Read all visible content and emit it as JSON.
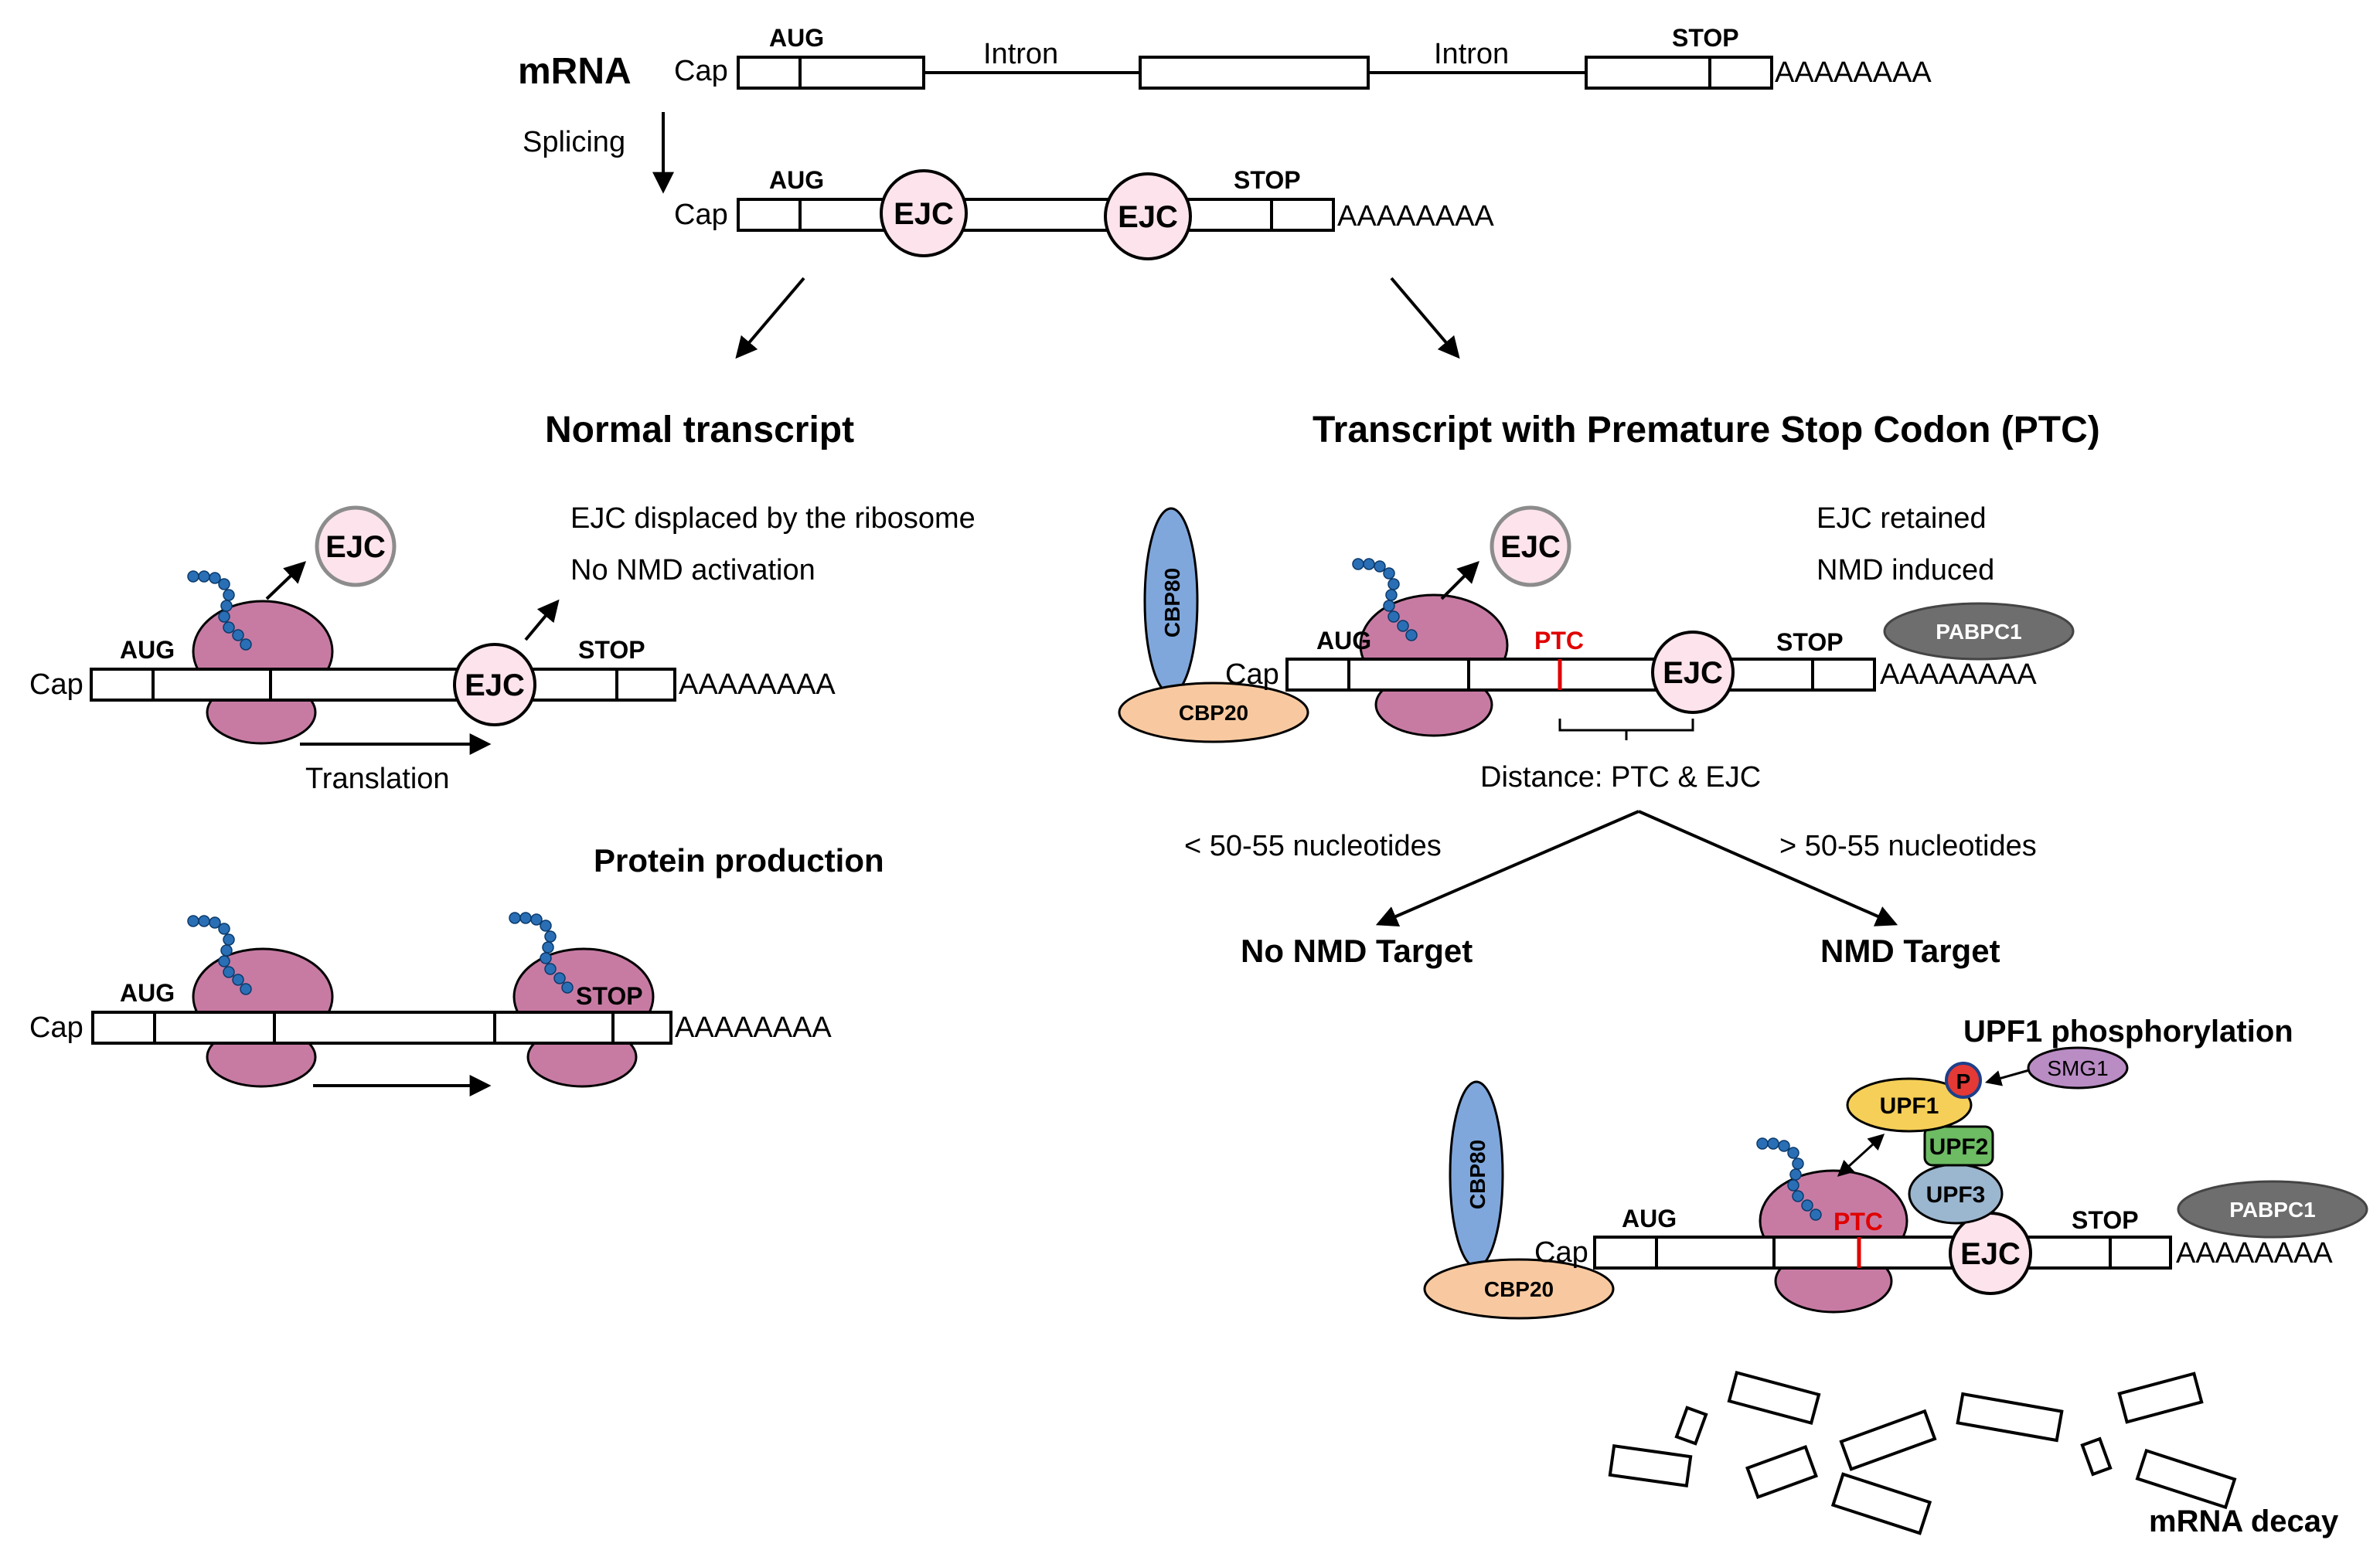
{
  "labels": {
    "mrna": "mRNA",
    "cap": "Cap",
    "aug": "AUG",
    "stop": "STOP",
    "intron": "Intron",
    "polya": "AAAAAAAA",
    "splicing": "Splicing",
    "ejc": "EJC",
    "ptc": "PTC"
  },
  "normal": {
    "title": "Normal transcript",
    "note1": "EJC displaced by the ribosome",
    "note2": "No NMD activation",
    "translation": "Translation",
    "protein": "Protein production"
  },
  "ptc": {
    "title": "Transcript with Premature Stop Codon (PTC)",
    "note1": "EJC retained",
    "note2": "NMD induced",
    "distance": "Distance: PTC & EJC",
    "less": "< 50-55 nucleotides",
    "more": "> 50-55 nucleotides",
    "no_target": "No NMD Target",
    "target": "NMD Target",
    "upf1_phos": "UPF1 phosphorylation",
    "decay": "mRNA decay"
  },
  "proteins": {
    "cbp80": "CBP80",
    "cbp20": "CBP20",
    "pabpc1": "PABPC1",
    "upf1": "UPF1",
    "upf2": "UPF2",
    "upf3": "UPF3",
    "smg1": "SMG1",
    "p": "P"
  },
  "colors": {
    "ribosome": "#c77ba3",
    "ejc": "#fde3ec",
    "cbp80": "#7fa7dc",
    "cbp20": "#f8c9a0",
    "pabpc1": "#6e6e6e",
    "upf1": "#f5cf57",
    "upf2": "#6dbb63",
    "upf3": "#9bb6cf",
    "smg1": "#b98cc4",
    "phospho": "#e53935",
    "ptc_mark": "#e00000"
  }
}
